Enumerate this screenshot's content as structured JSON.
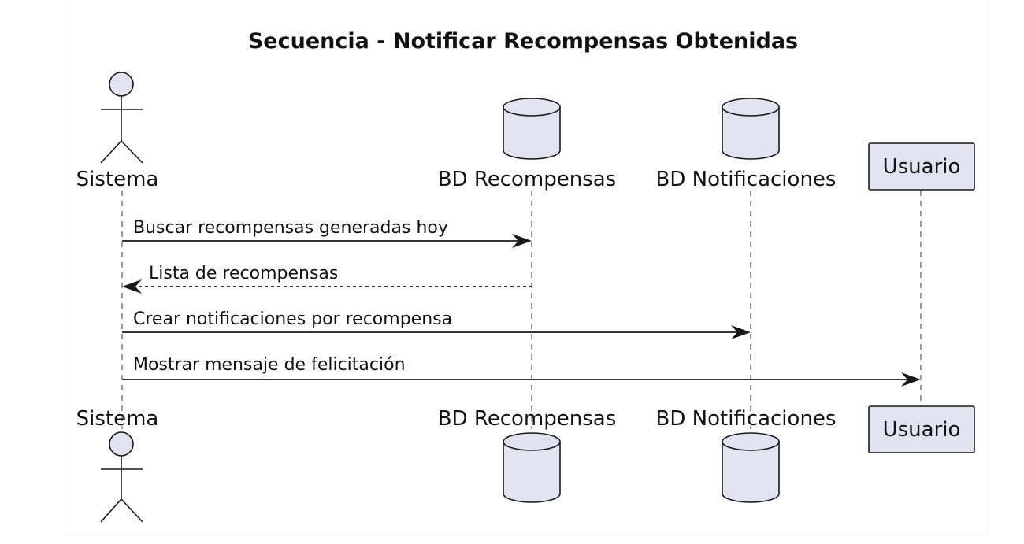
{
  "diagram": {
    "title": "Secuencia - Notificar Recompensas Obtenidas",
    "participants": [
      {
        "id": "sistema",
        "label": "Sistema",
        "kind": "actor"
      },
      {
        "id": "bd_recompensas",
        "label": "BD Recompensas",
        "kind": "database"
      },
      {
        "id": "bd_notificaciones",
        "label": "BD Notificaciones",
        "kind": "database"
      },
      {
        "id": "usuario",
        "label": "Usuario",
        "kind": "participant"
      }
    ],
    "messages": [
      {
        "from": "sistema",
        "to": "bd_recompensas",
        "label": "Buscar recompensas generadas hoy",
        "style": "solid"
      },
      {
        "from": "bd_recompensas",
        "to": "sistema",
        "label": "Lista de recompensas",
        "style": "dashed"
      },
      {
        "from": "sistema",
        "to": "bd_notificaciones",
        "label": "Crear notificaciones por recompensa",
        "style": "solid"
      },
      {
        "from": "sistema",
        "to": "usuario",
        "label": "Mostrar mensaje de felicitación",
        "style": "solid"
      }
    ]
  }
}
